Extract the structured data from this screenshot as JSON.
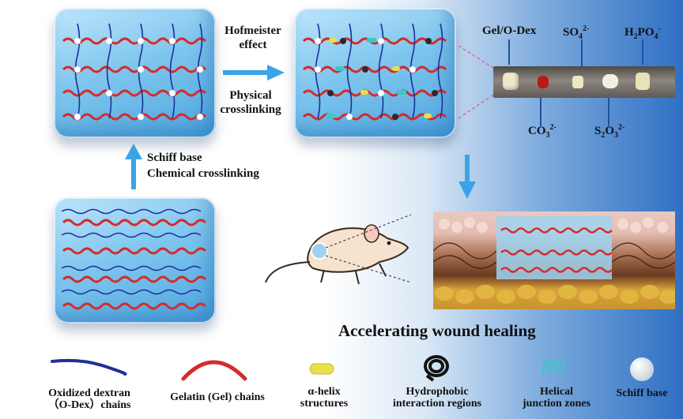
{
  "arrows": {
    "hofmeister_label": "Hofmeister effect",
    "hofmeister_line1": "Hofmeister",
    "hofmeister_line2": "effect",
    "physical_line1": "Physical",
    "physical_line2": "crosslinking",
    "schiff_line1": "Schiff base",
    "schiff_line2": "Chemical crosslinking"
  },
  "samples": {
    "top_labels": [
      "Gel/O-Dex",
      "SO",
      "H",
      "PO"
    ],
    "gel_odex": "Gel/O-Dex",
    "so4_base": "SO",
    "so4_sub": "4",
    "so4_sup": "2-",
    "h2po4_base1": "H",
    "h2po4_sub1": "2",
    "h2po4_base2": "PO",
    "h2po4_sub2": "4",
    "h2po4_sup": "-",
    "co3_base": "CO",
    "co3_sub": "3",
    "co3_sup": "2-",
    "s2o3_base1": "S",
    "s2o3_sub1": "2",
    "s2o3_base2": "O",
    "s2o3_sub2": "3",
    "s2o3_sup": "2-"
  },
  "wound": {
    "caption": "Accelerating wound healing"
  },
  "legend": {
    "odex_line1": "Oxidized dextran",
    "odex_line2": "（O-Dex）chains",
    "gel": "Gelatin (Gel) chains",
    "helix_line1": "α-helix",
    "helix_line2": "structures",
    "hydro_line1": "Hydrophobic",
    "hydro_line2": "interaction regions",
    "helical_line1": "Helical",
    "helical_line2": "junction zones",
    "schiff": "Schiff base"
  },
  "colors": {
    "gel_red": "#d62b2b",
    "odex_blue": "#1f2f9c",
    "helix_yellow": "#e7e04a",
    "arrow_blue": "#3aa4e6"
  }
}
